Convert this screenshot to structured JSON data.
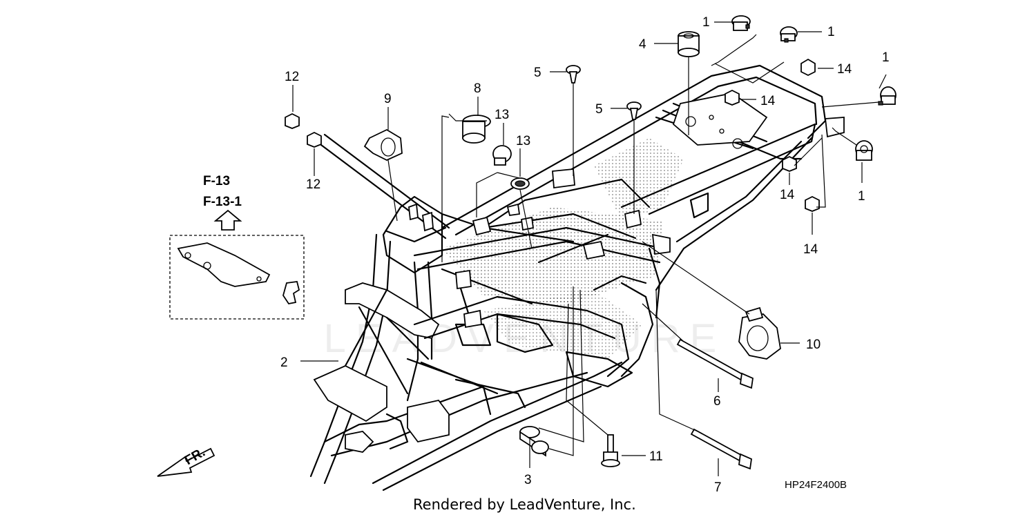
{
  "callouts": {
    "c1a": "1",
    "c1b": "1",
    "c1c": "1",
    "c1d": "1",
    "c2": "2",
    "c3": "3",
    "c4": "4",
    "c5a": "5",
    "c5b": "5",
    "c6": "6",
    "c7": "7",
    "c8": "8",
    "c9": "9",
    "c10": "10",
    "c11": "11",
    "c12a": "12",
    "c12b": "12",
    "c13a": "13",
    "c13b": "13",
    "c14a": "14",
    "c14b": "14",
    "c14c": "14",
    "c14d": "14"
  },
  "reference": {
    "line1": "F-13",
    "line2": "F-13-1"
  },
  "direction_label": "FR.",
  "diagram_code": "HP24F2400B",
  "credit": "Rendered by LeadVenture, Inc.",
  "watermark": "LEADVENTURE"
}
